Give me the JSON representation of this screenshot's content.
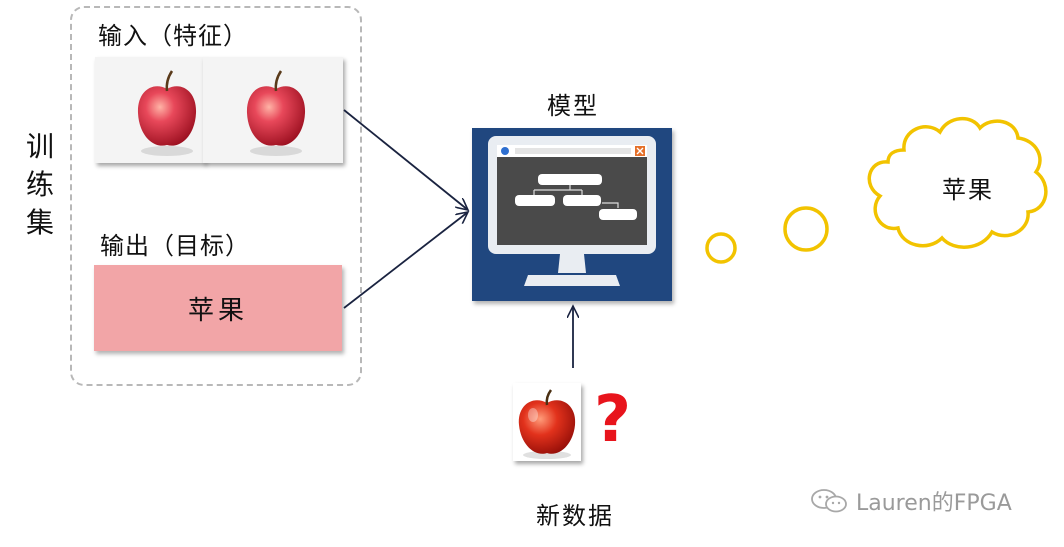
{
  "training_set": {
    "side_label": "训练集",
    "input_label": "输入（特征）",
    "output_label": "输出（目标）",
    "output_value": "苹果"
  },
  "model": {
    "label": "模型"
  },
  "new_data": {
    "label": "新数据",
    "question_mark": "?"
  },
  "prediction": {
    "value": "苹果"
  },
  "watermark": {
    "text": "Lauren的FPGA"
  },
  "colors": {
    "output_box": "#f2a5a7",
    "model_panel": "#20477f",
    "thought_bubble": "#f2c300",
    "question_mark": "#e8141c"
  }
}
